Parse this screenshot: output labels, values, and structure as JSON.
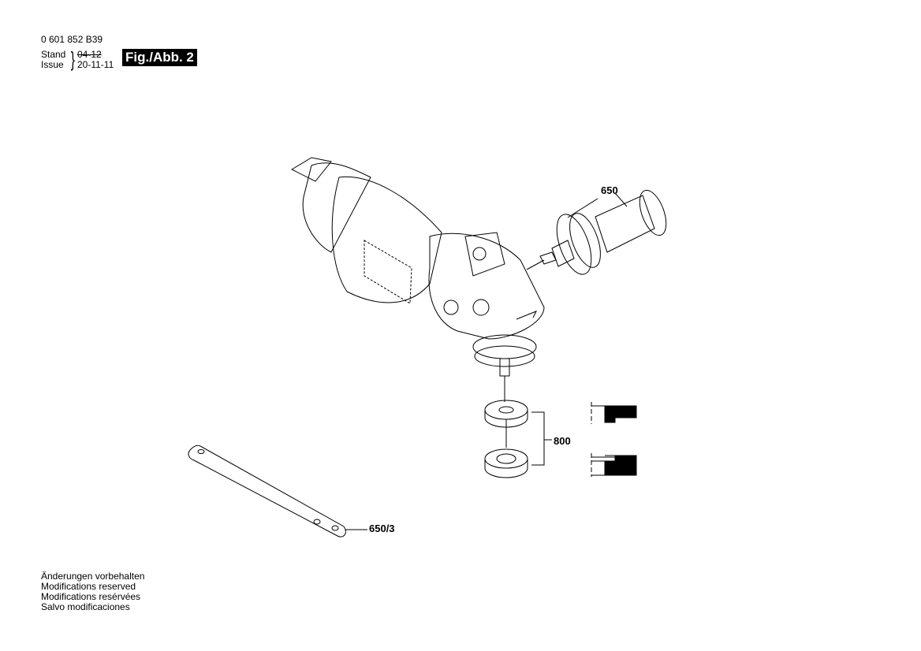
{
  "header": {
    "document_number": "0 601 852 B39",
    "stand_label": "Stand",
    "issue_label": "Issue",
    "previous_revision": "04-12",
    "current_revision": "20-11-11",
    "figure_label": "Fig./Abb. 2"
  },
  "parts": [
    {
      "number": "650"
    },
    {
      "number": "800"
    },
    {
      "number": "650/3"
    }
  ],
  "footer_notes": [
    "Änderungen vorbehalten",
    "Modifications reserved",
    "Modifications resérvées",
    "Salvo modificaciones"
  ]
}
